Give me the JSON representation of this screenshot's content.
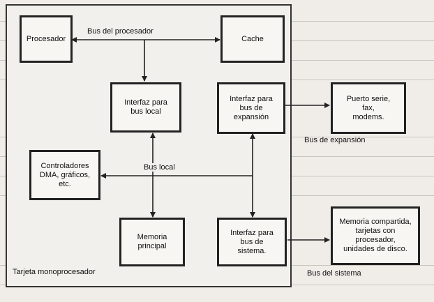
{
  "diagram": {
    "board_label": "Tarjeta monoprocesador",
    "boxes": {
      "procesador": "Procesador",
      "cache": "Cache",
      "interfaz_local": "Interfaz para\nbus local",
      "interfaz_expansion": "Interfaz para\nbus de\nexpansión",
      "puerto": "Puerto serie,\nfax,\nmodems.",
      "controladores": "Controladores\nDMA, gráficos,\netc.",
      "memoria": "Memoria\nprincipal",
      "interfaz_sistema": "Interfaz para\nbus de\nsistema.",
      "memoria_compartida": "Memoria compartida,\ntarjetas con\nprocesador,\nunidades de disco."
    },
    "bus_labels": {
      "procesador": "Bus del procesador",
      "local": "Bus local",
      "expansion": "Bus de expansión",
      "sistema": "Bus del sistema"
    }
  }
}
